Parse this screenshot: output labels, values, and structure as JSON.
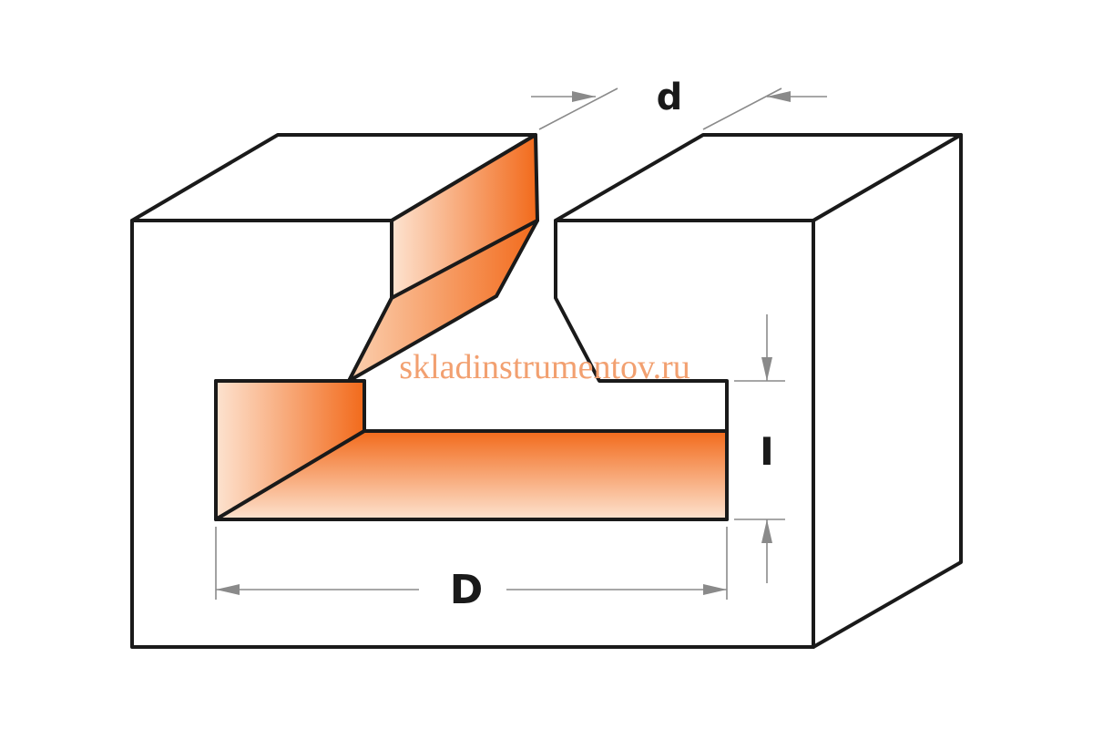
{
  "diagram": {
    "labels": {
      "top_width": "d",
      "bottom_width": "D",
      "height": "I"
    },
    "watermark": "skladinstrumentov.ru",
    "colors": {
      "cut_surface_dark": "#f26a1b",
      "cut_surface_light": "#fde3d0",
      "outline": "#1a1a1a",
      "dimension_lines": "#8a8a8a",
      "watermark": "#f2a070"
    }
  }
}
